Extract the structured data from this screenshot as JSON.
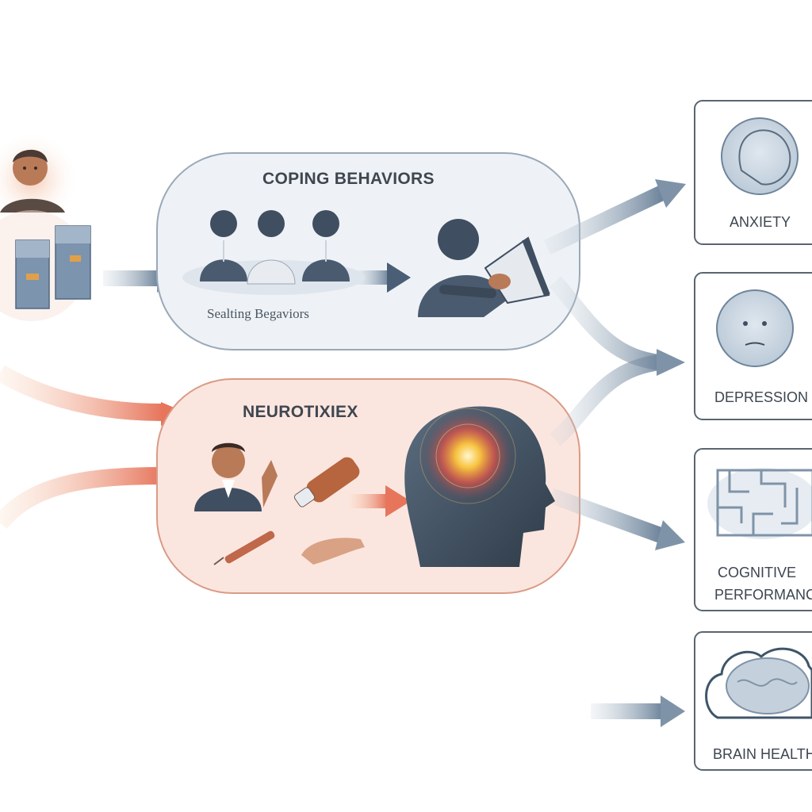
{
  "panels": {
    "coping": {
      "title": "COPING BEHAVIORS",
      "sublabel": "Sealting Begaviors"
    },
    "neuro": {
      "title": "NEUROTIXIEX"
    }
  },
  "outcomes": {
    "anxiety": {
      "label": "ANXIETY"
    },
    "depression": {
      "label": "DEPRESSION"
    },
    "cognitive": {
      "line1": "COGNITIVE",
      "line2": "PERFORMANCE"
    },
    "brain": {
      "label": "BRAIN HEALTH"
    }
  },
  "colors": {
    "blue_panel_fill": "#eef2f6",
    "blue_panel_stroke": "#9aa8b8",
    "pink_panel_fill": "#fbe6df",
    "pink_panel_stroke": "#d99b86",
    "slate_arrow": "#7f93a8",
    "orange_arrow": "#e8826a",
    "figure_dark": "#3f4e60",
    "outcome_stroke": "#5a6570"
  },
  "icons": [
    "child-icon",
    "blocks-icon",
    "group-people-icon",
    "drinking-person-icon",
    "bottle-icon",
    "person-waving-icon",
    "pill-bottle-icon",
    "syringe-icon",
    "hand-icon",
    "head-brain-glow-icon",
    "anxiety-face-icon",
    "depression-face-icon",
    "maze-icon",
    "brain-icon"
  ]
}
